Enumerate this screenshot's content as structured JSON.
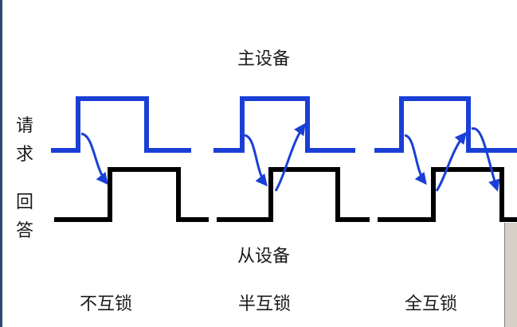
{
  "labels": {
    "master": "主设备",
    "slave": "从设备",
    "request": [
      "请",
      "求"
    ],
    "answer": [
      "回",
      "答"
    ]
  },
  "modes": [
    {
      "caption": "不互锁"
    },
    {
      "caption": "半互锁"
    },
    {
      "caption": "全互锁"
    }
  ],
  "colors": {
    "request_line": "#1a3fd6",
    "answer_line": "#000000",
    "arrow": "#1a3fd6",
    "text": "#1a1a1a"
  }
}
